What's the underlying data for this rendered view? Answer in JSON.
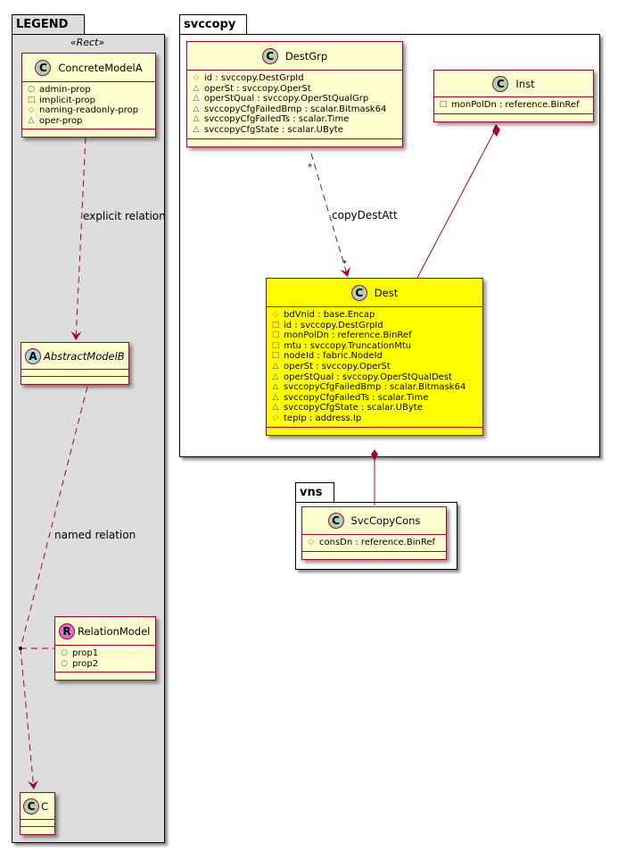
{
  "packages": {
    "legend": {
      "name": "LEGEND",
      "stereotype": "«Rect»"
    },
    "svccopy": {
      "name": "svccopy"
    },
    "vns": {
      "name": "vns"
    }
  },
  "classes": {
    "concreteModelA": {
      "badge": "C",
      "name": "ConcreteModelA",
      "attrs": [
        {
          "vis": "public",
          "icon": "○",
          "text": "admin-prop"
        },
        {
          "vis": "private",
          "icon": "□",
          "text": "implicit-prop"
        },
        {
          "vis": "protected",
          "icon": "◇",
          "text": "naming-readonly-prop"
        },
        {
          "vis": "package",
          "icon": "△",
          "text": "oper-prop"
        }
      ]
    },
    "abstractModelB": {
      "badge": "A",
      "name": "AbstractModelB"
    },
    "relationModel": {
      "badge": "R",
      "name": "RelationModel",
      "attrs": [
        {
          "vis": "public",
          "icon": "○",
          "text": "prop1"
        },
        {
          "vis": "public",
          "icon": "○",
          "text": "prop2"
        }
      ]
    },
    "c": {
      "badge": "C",
      "name": "C"
    },
    "destGrp": {
      "badge": "C",
      "name": "DestGrp",
      "attrs": [
        {
          "vis": "protected",
          "icon": "◇",
          "text": "id : svccopy.DestGrpId"
        },
        {
          "vis": "package",
          "icon": "△",
          "text": "operSt : svccopy.OperSt"
        },
        {
          "vis": "package",
          "icon": "△",
          "text": "operStQual : svccopy.OperStQualGrp"
        },
        {
          "vis": "package",
          "icon": "△",
          "text": "svccopyCfgFailedBmp : scalar.Bitmask64"
        },
        {
          "vis": "package",
          "icon": "△",
          "text": "svccopyCfgFailedTs : scalar.Time"
        },
        {
          "vis": "package",
          "icon": "△",
          "text": "svccopyCfgState : scalar.UByte"
        }
      ]
    },
    "inst": {
      "badge": "C",
      "name": "Inst",
      "attrs": [
        {
          "vis": "private",
          "icon": "□",
          "text": "monPolDn : reference.BinRef"
        }
      ]
    },
    "dest": {
      "badge": "C",
      "name": "Dest",
      "attrs": [
        {
          "vis": "protected",
          "icon": "◇",
          "text": "bdVnid : base.Encap"
        },
        {
          "vis": "private",
          "icon": "□",
          "text": "id : svccopy.DestGrpId"
        },
        {
          "vis": "private",
          "icon": "□",
          "text": "monPolDn : reference.BinRef"
        },
        {
          "vis": "private",
          "icon": "□",
          "text": "mtu : svccopy.TruncationMtu"
        },
        {
          "vis": "private",
          "icon": "□",
          "text": "nodeId : fabric.NodeId"
        },
        {
          "vis": "package",
          "icon": "△",
          "text": "operSt : svccopy.OperSt"
        },
        {
          "vis": "package",
          "icon": "△",
          "text": "operStQual : svccopy.OperStQualDest"
        },
        {
          "vis": "package",
          "icon": "△",
          "text": "svccopyCfgFailedBmp : scalar.Bitmask64"
        },
        {
          "vis": "package",
          "icon": "△",
          "text": "svccopyCfgFailedTs : scalar.Time"
        },
        {
          "vis": "package",
          "icon": "△",
          "text": "svccopyCfgState : scalar.UByte"
        },
        {
          "vis": "protected",
          "icon": "◇",
          "text": "tepIp : address.Ip"
        }
      ]
    },
    "svcCopyCons": {
      "badge": "C",
      "name": "SvcCopyCons",
      "attrs": [
        {
          "vis": "protected",
          "icon": "◇",
          "text": "consDn : reference.BinRef"
        }
      ]
    }
  },
  "relations": {
    "explicit": {
      "label": "explicit relation"
    },
    "named": {
      "label": "named relation"
    },
    "copyDestAtt": {
      "label": "copyDestAtt",
      "source_mult": "*",
      "target_mult": "*"
    }
  },
  "colors": {
    "class_fill": "#fefece",
    "highlight_fill": "#ffff00",
    "border": "#a80036",
    "legend_bg": "#dddddd"
  }
}
